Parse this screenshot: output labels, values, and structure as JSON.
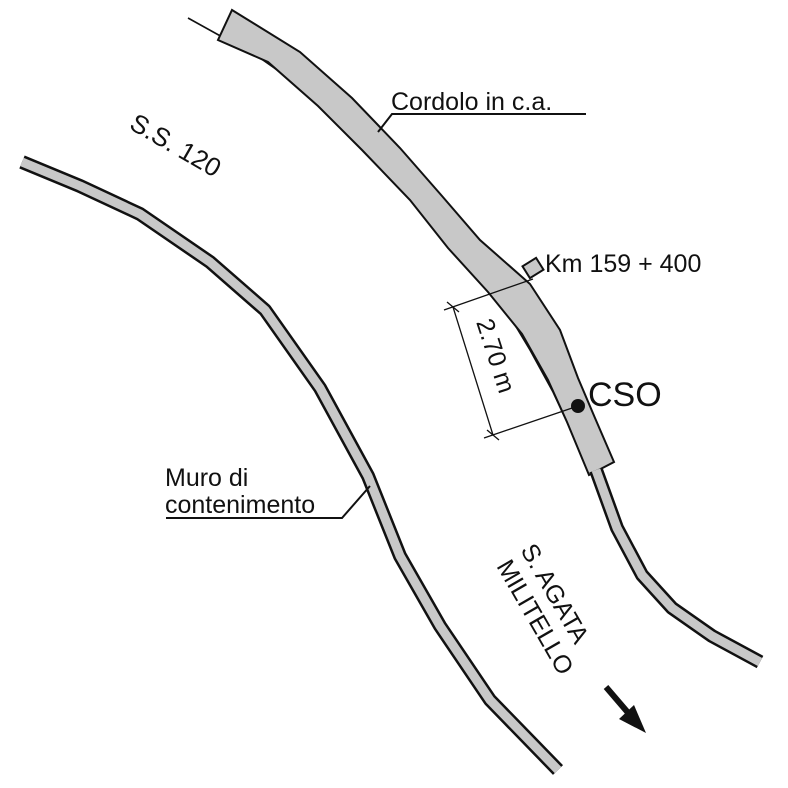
{
  "labels": {
    "road": "S.S. 120",
    "curb": "Cordolo in c.a.",
    "km": "Km 159 + 400",
    "width": "2.70 m",
    "station": "CSO",
    "wall_line1": "Muro di",
    "wall_line2": "contenimento",
    "direction_line1": "S. AGATA",
    "direction_line2": "MILITELLO"
  },
  "colors": {
    "ink": "#111111",
    "fill": "#c8c8c8"
  }
}
